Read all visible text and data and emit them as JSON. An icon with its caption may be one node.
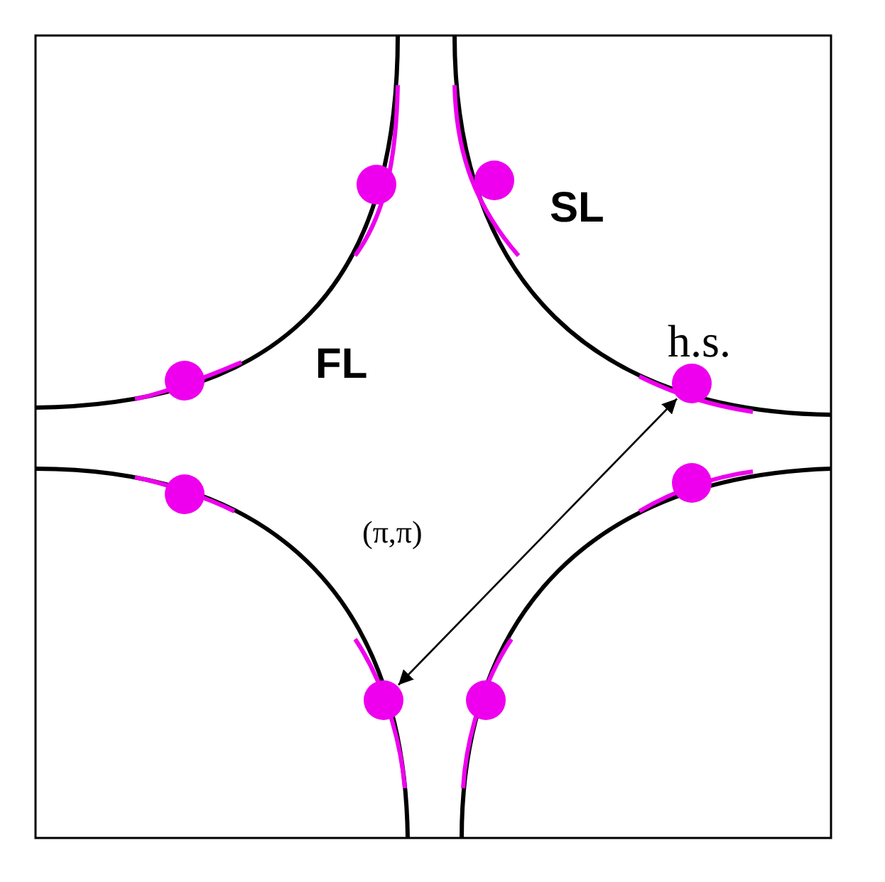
{
  "diagram": {
    "nodes": [
      {
        "text": [],
        "shape": "circle"
      },
      {
        "text": [],
        "shape": "circle"
      }
    ],
    "edges": [
      {
        "from": 0,
        "to": 1,
        "arrow": "both",
        "label": "(π,π)"
      }
    ],
    "labels": [
      "SL",
      "FL",
      "h.s."
    ]
  }
}
